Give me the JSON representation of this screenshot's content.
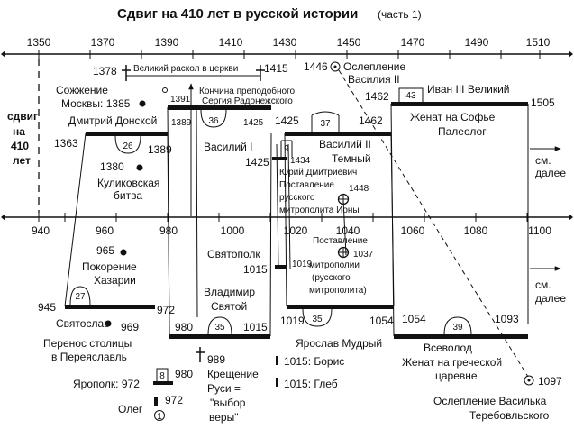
{
  "title": "Сдвиг на 410 лет в русской истории",
  "title_part": "(часть 1)",
  "shift_label": [
    "сдвиг",
    "на",
    "410",
    "лет"
  ],
  "top_axis": [
    "1350",
    "1370",
    "1390",
    "1410",
    "1430",
    "1450",
    "1470",
    "1490",
    "1510"
  ],
  "bottom_axis": [
    "940",
    "960",
    "980",
    "1000",
    "1020",
    "1040",
    "1060",
    "1080",
    "1100"
  ],
  "see_more": [
    "см.",
    "далее"
  ],
  "top_events": {
    "raskol": "Великий раскол в церкви",
    "raskol_start": "1378",
    "raskol_end": "1415",
    "burning": [
      "Сожжение",
      "Москвы: 1385"
    ],
    "sergiy_year": "1391",
    "sergiy": [
      "Кончина преподобного",
      "Сергия Радонежского"
    ],
    "blinding_vasiliy_year": "1446",
    "blinding_vasiliy": [
      "Ослепление",
      "Василия II"
    ],
    "dmitriy_name": "Дмитрий Донской",
    "dmitriy_start": "1363",
    "dmitriy_end": "1389",
    "dmitriy_len": "26",
    "kulikovo_year": "1380",
    "kulikovo": [
      "Куликовская",
      "битва"
    ],
    "vasiliy1_name": "Василий I",
    "vasiliy1_start": "1389",
    "vasiliy1_end": "1425",
    "vasiliy1_len": "36",
    "vasiliy2_name": [
      "Василий II",
      "Темный"
    ],
    "vasiliy2_start": "1425",
    "vasiliy2_end": "1462",
    "vasiliy2_len": "37",
    "yuriy_start": "1425",
    "yuriy_end": "1434",
    "yuriy_len": "9",
    "yuriy": [
      "Юрий Дмитриевич",
      "Поставление",
      "русского",
      "митрополита Ионы"
    ],
    "iona_year": "1448",
    "ivan3_name": "Иван III Великий",
    "ivan3_start": "1462",
    "ivan3_end": "1505",
    "ivan3_len": "43",
    "ivan3_note": [
      "Женат на Софье",
      "Палеолог"
    ]
  },
  "bottom_events": {
    "khazaria_year": "965",
    "khazaria": [
      "Покорение",
      "Хазарии"
    ],
    "svyatoslav_name": "Святослав",
    "svyatoslav_start": "945",
    "svyatoslav_end": "972",
    "svyatoslav_len": "27",
    "capital_year": "969",
    "capital": [
      "Перенос столицы",
      "в Переяславль"
    ],
    "yaropolk": "Ярополк: 972",
    "yaropolk_end": "980",
    "yaropolk_len": "8",
    "oleg": "Олег",
    "oleg_year": "972",
    "oleg_len": "1",
    "svyatopolk": "Святополк",
    "svyatopolk_year": "1015",
    "vladimir_name": [
      "Владимир",
      "Святой"
    ],
    "vladimir_start": "980",
    "vladimir_end": "1015",
    "vladimir_len": "35",
    "baptism_year": "989",
    "baptism": [
      "Крещение",
      "Руси =",
      "\"выбор",
      "веры\""
    ],
    "boris": "1015: Борис",
    "gleb": "1015: Глеб",
    "metro_start": "1019",
    "metro_year": "1037",
    "metro": [
      "Поставление",
      "митрополии",
      "(русского",
      "митрополита)"
    ],
    "yaroslav_name": "Ярослав Мудрый",
    "yaroslav_start": "1019",
    "yaroslav_end": "1054",
    "yaroslav_len": "35",
    "vsevolod_name": "Всеволод",
    "vsevolod_start": "1054",
    "vsevolod_end": "1093",
    "vsevolod_len": "39",
    "vsevolod_note": [
      "Женат на греческой",
      "царевне"
    ],
    "blinding_vasilko_year": "1097",
    "blinding_vasilko": [
      "Ослепление Василька",
      "Теребовльского"
    ]
  }
}
